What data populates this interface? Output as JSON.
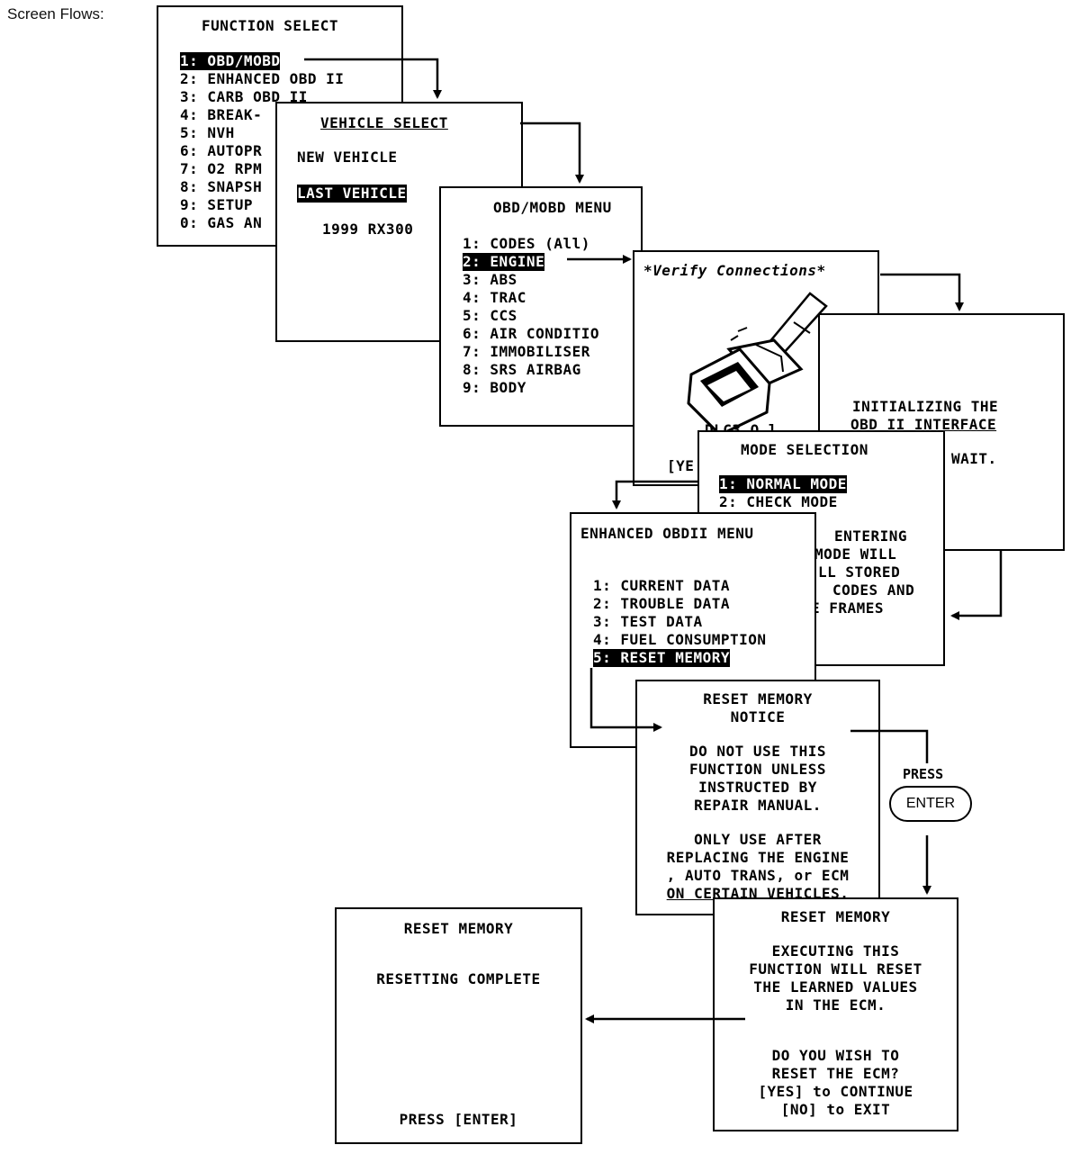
{
  "caption": "Screen Flows:",
  "function_select": {
    "title": "FUNCTION SELECT",
    "items": [
      "1: OBD/MOBD",
      "2: ENHANCED OBD II",
      "3: CARB OBD II",
      "4: BREAK-",
      "5: NVH",
      "6: AUTOPR",
      "7: O2 RPM",
      "8: SNAPSH",
      "9: SETUP",
      "0: GAS AN"
    ]
  },
  "vehicle_select": {
    "title": "VEHICLE SELECT",
    "new_vehicle": "NEW VEHICLE",
    "last_vehicle": "LAST VEHICLE",
    "vehicle": "1999 RX300"
  },
  "obd_menu": {
    "title": "OBD/MOBD MENU",
    "items": [
      "1: CODES (All)",
      "2: ENGINE",
      "3: ABS",
      "4: TRAC",
      "5: CCS",
      "6: AIR CONDITIO",
      "7: IMMOBILISER",
      "8: SRS AIRBAG",
      "9: BODY"
    ]
  },
  "verify": {
    "title": "*Verify Connections*",
    "fragment1": "DLC3 O.l.",
    "fragment2": "O",
    "fragment3": "[YE"
  },
  "initializing": {
    "line1": "INITIALIZING THE",
    "line2": "OBD II INTERFACE",
    "line3": "WAIT."
  },
  "mode_selection": {
    "title": "MODE SELECTION",
    "items": [
      "1: NORMAL MODE",
      "2: CHECK MODE"
    ],
    "notice": [
      "ENTERING",
      "MODE WILL",
      "LL STORED",
      "CODES AND",
      "E FRAMES"
    ]
  },
  "enhanced_menu": {
    "title": "ENHANCED OBDII MENU",
    "items": [
      "1: CURRENT DATA",
      "2: TROUBLE DATA",
      "3: TEST DATA",
      "4: FUEL CONSUMPTION",
      "5: RESET MEMORY"
    ]
  },
  "reset_notice": {
    "title1": "RESET MEMORY",
    "title2": "NOTICE",
    "lines": [
      "DO NOT USE THIS",
      "FUNCTION UNLESS",
      "INSTRUCTED BY",
      "REPAIR MANUAL.",
      "",
      "ONLY USE AFTER",
      "REPLACING THE ENGINE",
      ", AUTO TRANS, or ECM",
      "ON CERTAIN VEHICLES."
    ]
  },
  "press_enter": {
    "press": "PRESS",
    "button": "ENTER"
  },
  "reset_confirm": {
    "title": "RESET MEMORY",
    "lines": [
      "EXECUTING THIS",
      "FUNCTION WILL RESET",
      "THE LEARNED VALUES",
      "IN THE ECM.",
      "",
      "",
      "DO YOU WISH TO",
      "RESET THE ECM?",
      "[YES] to CONTINUE",
      "[NO] to EXIT"
    ]
  },
  "reset_complete": {
    "title": "RESET MEMORY",
    "status": "RESETTING COMPLETE",
    "prompt": "PRESS [ENTER]"
  }
}
